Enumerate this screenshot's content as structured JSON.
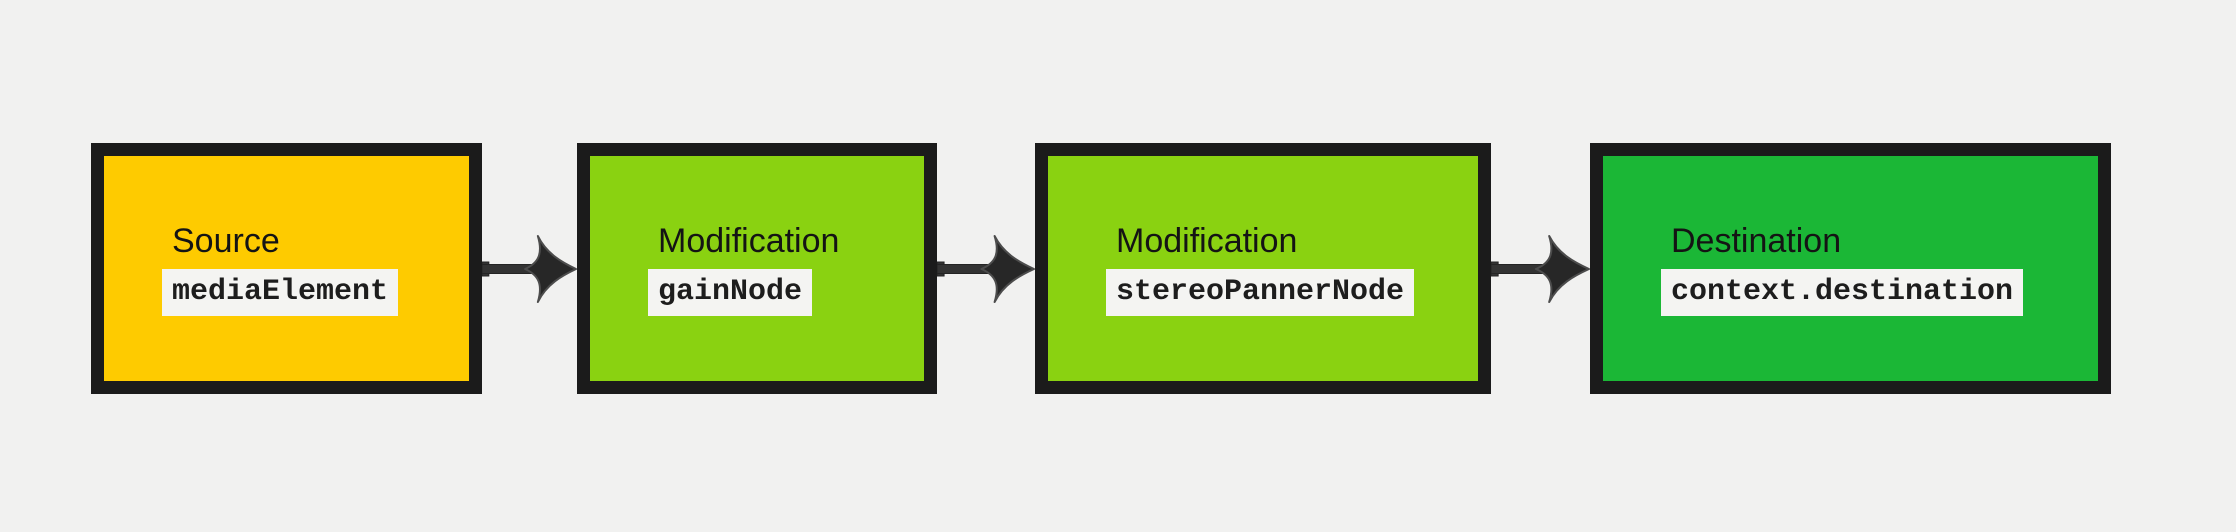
{
  "diagram": {
    "colors": {
      "background": "#f1f1f0",
      "box_border": "#1b1b1b",
      "chip_background": "#f4f4f2",
      "arrow": "#333333",
      "label_text": "#141414",
      "code_text": "#1d1d1d"
    },
    "nodes": [
      {
        "label": "Source",
        "code": "mediaElement",
        "fill": "#fecb00"
      },
      {
        "label": "Modification",
        "code": "gainNode",
        "fill": "#8ad211"
      },
      {
        "label": "Modification",
        "code": "stereoPannerNode",
        "fill": "#8ad211"
      },
      {
        "label": "Destination",
        "code": "context.destination",
        "fill": "#1bb736"
      }
    ],
    "connectors": [
      {
        "icon": "arrow-right-icon"
      },
      {
        "icon": "arrow-right-icon"
      },
      {
        "icon": "arrow-right-icon"
      }
    ]
  }
}
